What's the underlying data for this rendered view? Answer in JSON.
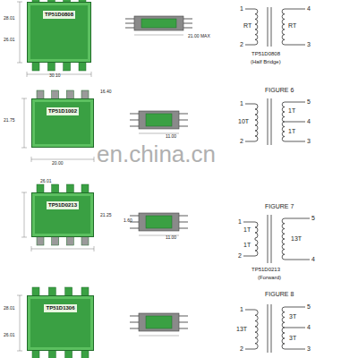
{
  "diagram": {
    "nodes": [
      {
        "text": [
          "TP51D0808"
        ]
      },
      {
        "text": [
          "TP51D1002"
        ]
      },
      {
        "text": [
          "TP51D0213"
        ]
      },
      {
        "text": [
          "TP51D1306"
        ]
      }
    ],
    "labels": [
      "1",
      "2",
      "4",
      "3",
      "RT",
      "RT",
      "TP51D0808",
      "(Half Bridge)",
      "28.01",
      "26.01",
      "30.10",
      "21.00 MAX",
      "FIGURE 6",
      "1",
      "2",
      "5",
      "4",
      "3",
      "10T",
      "1T",
      "1T",
      "20.00",
      "21.75",
      "16.40",
      "11.00",
      "FIGURE 7",
      "1",
      "2",
      "5",
      "4",
      "1T",
      "1T",
      "13T",
      "TP51D0213",
      "(Forward)",
      "26.01",
      "21.25",
      "1.60",
      "11.00",
      "FIGURE 8",
      "1",
      "2",
      "5",
      "4",
      "3",
      "13T",
      "3T",
      "3T",
      "28.01",
      "26.01",
      "en.china.cn"
    ]
  }
}
